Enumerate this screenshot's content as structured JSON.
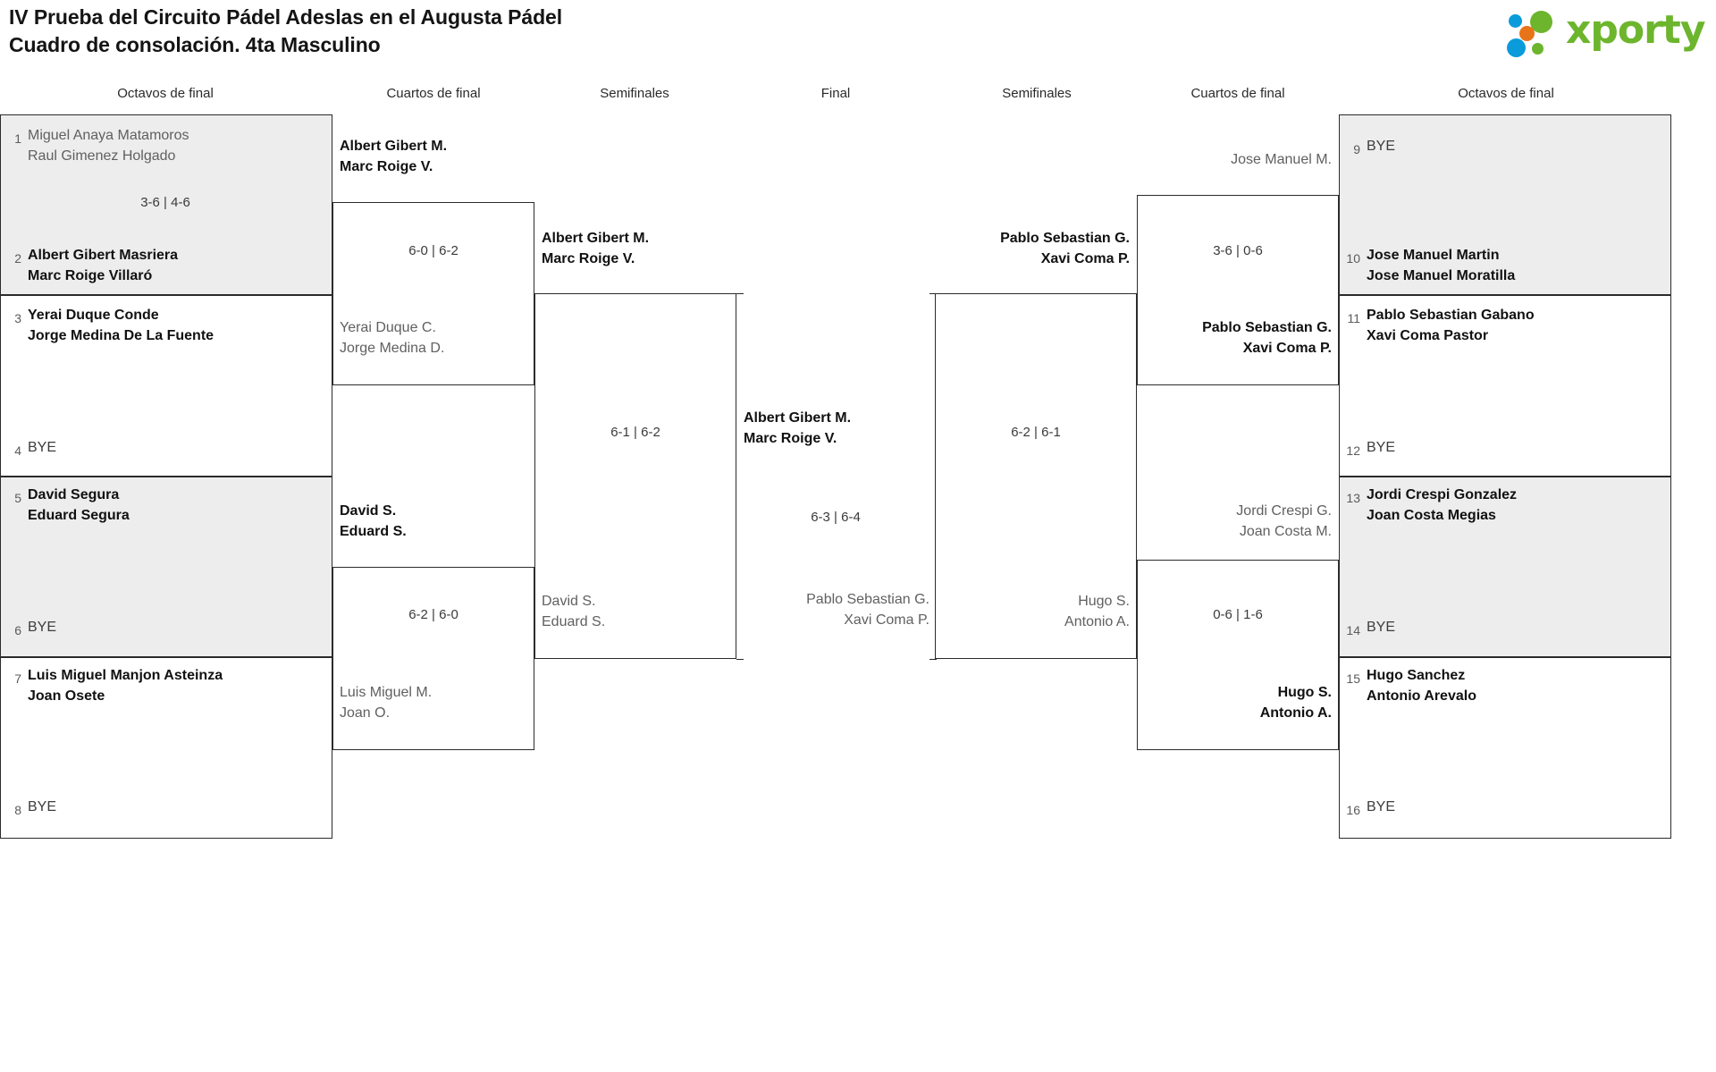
{
  "header": {
    "title_line1": "IV Prueba del Circuito Pádel Adeslas en el Augusta Pádel",
    "title_line2": "Cuadro de consolación. 4ta Masculino",
    "logo_text": "xporty",
    "logo_colors": {
      "green": "#6cb52d",
      "blue": "#0a9bdb",
      "orange": "#e8741a"
    }
  },
  "round_labels": {
    "left_r16": "Octavos de final",
    "left_qf": "Cuartos de final",
    "left_sf": "Semifinales",
    "final": "Final",
    "right_sf": "Semifinales",
    "right_qf": "Cuartos de final",
    "right_r16": "Octavos de final"
  },
  "left": {
    "r16": [
      {
        "seed": "1",
        "lines": [
          "Miguel Anaya Matamoros",
          "Raul Gimenez Holgado"
        ],
        "state": "loser"
      },
      {
        "seed": "2",
        "lines": [
          "Albert Gibert Masriera",
          "Marc Roige Villaró"
        ],
        "state": "winner"
      },
      {
        "seed": "3",
        "lines": [
          "Yerai Duque Conde",
          "Jorge Medina De La Fuente"
        ],
        "state": "winner"
      },
      {
        "seed": "4",
        "lines": [
          "BYE"
        ],
        "state": "bye"
      },
      {
        "seed": "5",
        "lines": [
          "David Segura",
          "Eduard Segura"
        ],
        "state": "winner"
      },
      {
        "seed": "6",
        "lines": [
          "BYE"
        ],
        "state": "bye"
      },
      {
        "seed": "7",
        "lines": [
          "Luis Miguel Manjon Asteinza",
          "Joan Osete"
        ],
        "state": "winner"
      },
      {
        "seed": "8",
        "lines": [
          "BYE"
        ],
        "state": "bye"
      }
    ],
    "r16_scores": [
      "3-6 | 4-6",
      "",
      "",
      ""
    ],
    "qf": [
      {
        "lines": [
          "Albert Gibert M.",
          "Marc Roige V."
        ],
        "state": "winner"
      },
      {
        "lines": [
          "Yerai Duque C.",
          "Jorge Medina D."
        ],
        "state": "loser"
      },
      {
        "lines": [
          "David S.",
          "Eduard S."
        ],
        "state": "winner"
      },
      {
        "lines": [
          "Luis Miguel M.",
          "Joan O."
        ],
        "state": "loser"
      }
    ],
    "qf_scores": [
      "6-0 | 6-2",
      "6-2 | 6-0"
    ],
    "sf": [
      {
        "lines": [
          "Albert Gibert M.",
          "Marc Roige V."
        ],
        "state": "winner"
      },
      {
        "lines": [
          "David S.",
          "Eduard S."
        ],
        "state": "loser"
      }
    ],
    "sf_scores": [
      "6-1 | 6-2"
    ]
  },
  "final": {
    "top": {
      "lines": [
        "Albert Gibert M.",
        "Marc Roige V."
      ],
      "state": "winner"
    },
    "bottom": {
      "lines": [
        "Pablo Sebastian G.",
        "Xavi Coma P."
      ],
      "state": "loser"
    },
    "score": "6-3 | 6-4"
  },
  "right": {
    "sf": [
      {
        "lines": [
          "Pablo Sebastian G.",
          "Xavi Coma P."
        ],
        "state": "winner"
      },
      {
        "lines": [
          "Hugo S.",
          "Antonio A."
        ],
        "state": "loser"
      }
    ],
    "sf_scores": [
      "6-2 | 6-1"
    ],
    "qf": [
      {
        "lines": [
          "Jose Manuel M."
        ],
        "state": "loser"
      },
      {
        "lines": [
          "Pablo Sebastian G.",
          "Xavi Coma P."
        ],
        "state": "winner"
      },
      {
        "lines": [
          "Jordi Crespi G.",
          "Joan Costa M."
        ],
        "state": "loser"
      },
      {
        "lines": [
          "Hugo S.",
          "Antonio A."
        ],
        "state": "winner"
      }
    ],
    "qf_scores": [
      "3-6 | 0-6",
      "0-6 | 1-6"
    ],
    "r16": [
      {
        "seed": "9",
        "lines": [
          "BYE"
        ],
        "state": "bye"
      },
      {
        "seed": "10",
        "lines": [
          "Jose Manuel Martin",
          "Jose Manuel Moratilla"
        ],
        "state": "winner"
      },
      {
        "seed": "11",
        "lines": [
          "Pablo Sebastian Gabano",
          "Xavi Coma Pastor"
        ],
        "state": "winner"
      },
      {
        "seed": "12",
        "lines": [
          "BYE"
        ],
        "state": "bye"
      },
      {
        "seed": "13",
        "lines": [
          "Jordi Crespi Gonzalez",
          "Joan Costa Megias"
        ],
        "state": "winner"
      },
      {
        "seed": "14",
        "lines": [
          "BYE"
        ],
        "state": "bye"
      },
      {
        "seed": "15",
        "lines": [
          "Hugo Sanchez",
          "Antonio Arevalo"
        ],
        "state": "winner"
      },
      {
        "seed": "16",
        "lines": [
          "BYE"
        ],
        "state": "bye"
      }
    ]
  }
}
